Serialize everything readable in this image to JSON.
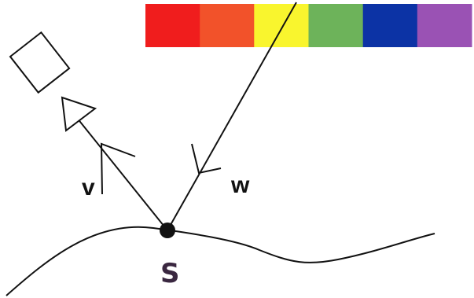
{
  "spectrum": {
    "colors": [
      "#f01d1d",
      "#f2522a",
      "#f9f52e",
      "#6db35a",
      "#0c33a5",
      "#9a52b4"
    ]
  },
  "labels": {
    "view_vector": "v",
    "incident_vector": "w",
    "surface_point": "S"
  },
  "icons": {
    "camera": "camera-icon"
  },
  "colors": {
    "ink": "#111111",
    "point_label": "#3a2740"
  }
}
